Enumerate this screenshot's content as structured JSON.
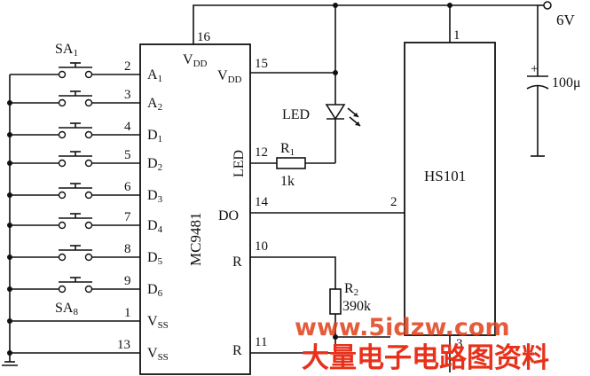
{
  "supply": {
    "voltage": "6V",
    "cap": "100μ"
  },
  "ic": {
    "name": "MC9481",
    "left_pins": [
      {
        "num": "2",
        "name": "A",
        "sub": "1"
      },
      {
        "num": "3",
        "name": "A",
        "sub": "2"
      },
      {
        "num": "4",
        "name": "D",
        "sub": "1"
      },
      {
        "num": "5",
        "name": "D",
        "sub": "2"
      },
      {
        "num": "6",
        "name": "D",
        "sub": "3"
      },
      {
        "num": "7",
        "name": "D",
        "sub": "4"
      },
      {
        "num": "8",
        "name": "D",
        "sub": "5"
      },
      {
        "num": "9",
        "name": "D",
        "sub": "6"
      },
      {
        "num": "1",
        "name": "V",
        "sub": "SS"
      },
      {
        "num": "13",
        "name": "V",
        "sub": "SS"
      }
    ],
    "top_pin": {
      "num": "16",
      "name": "V",
      "sub": "DD"
    },
    "right_pins": {
      "vdd": {
        "num": "15",
        "name": "V",
        "sub": "DD"
      },
      "led": {
        "num": "12",
        "name": "LED"
      },
      "do": {
        "num": "14",
        "name": "DO"
      },
      "r1": {
        "num": "10",
        "name": "R"
      },
      "r2": {
        "num": "11",
        "name": "R"
      }
    }
  },
  "switches": {
    "first": {
      "name": "SA",
      "sub": "1"
    },
    "last": {
      "name": "SA",
      "sub": "8"
    }
  },
  "led": {
    "label": "LED"
  },
  "r1": {
    "name": "R",
    "sub": "1",
    "value": "1k"
  },
  "r2": {
    "name": "R",
    "sub": "2",
    "value": "390k"
  },
  "hs101": {
    "name": "HS101",
    "pin1": "1",
    "pin2": "2",
    "pin3": "3"
  },
  "watermark": {
    "url": "www.5idzw.com",
    "cn": "大量电子电路图资料"
  }
}
